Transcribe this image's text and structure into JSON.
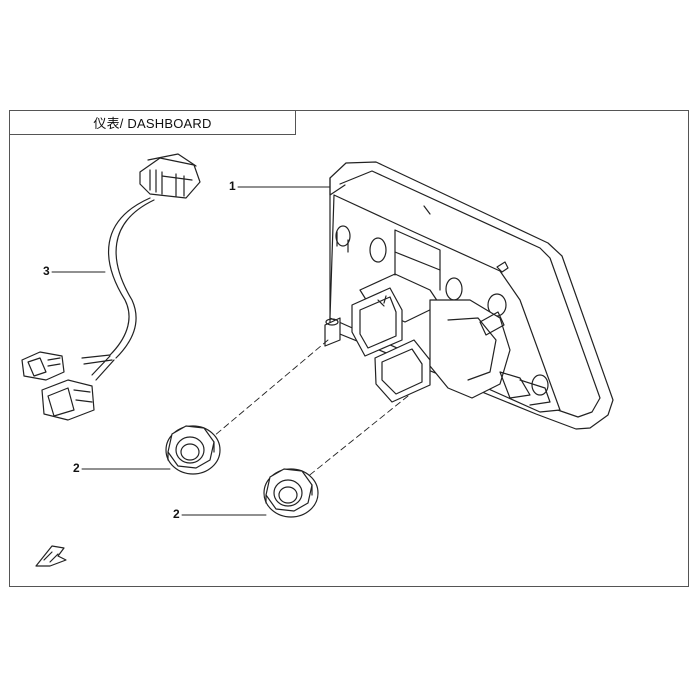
{
  "title": "仪表/ DASHBOARD",
  "callouts": {
    "c1": "1",
    "c2a": "2",
    "c2b": "2",
    "c3": "3"
  },
  "parts": {
    "dashboard": "dashboard-assembly",
    "nut_a": "flange-nut",
    "nut_b": "flange-nut",
    "harness": "wire-harness"
  },
  "icons": {
    "orientation": "front-arrow-icon"
  },
  "colors": {
    "line": "#222222",
    "frame": "#555555"
  }
}
